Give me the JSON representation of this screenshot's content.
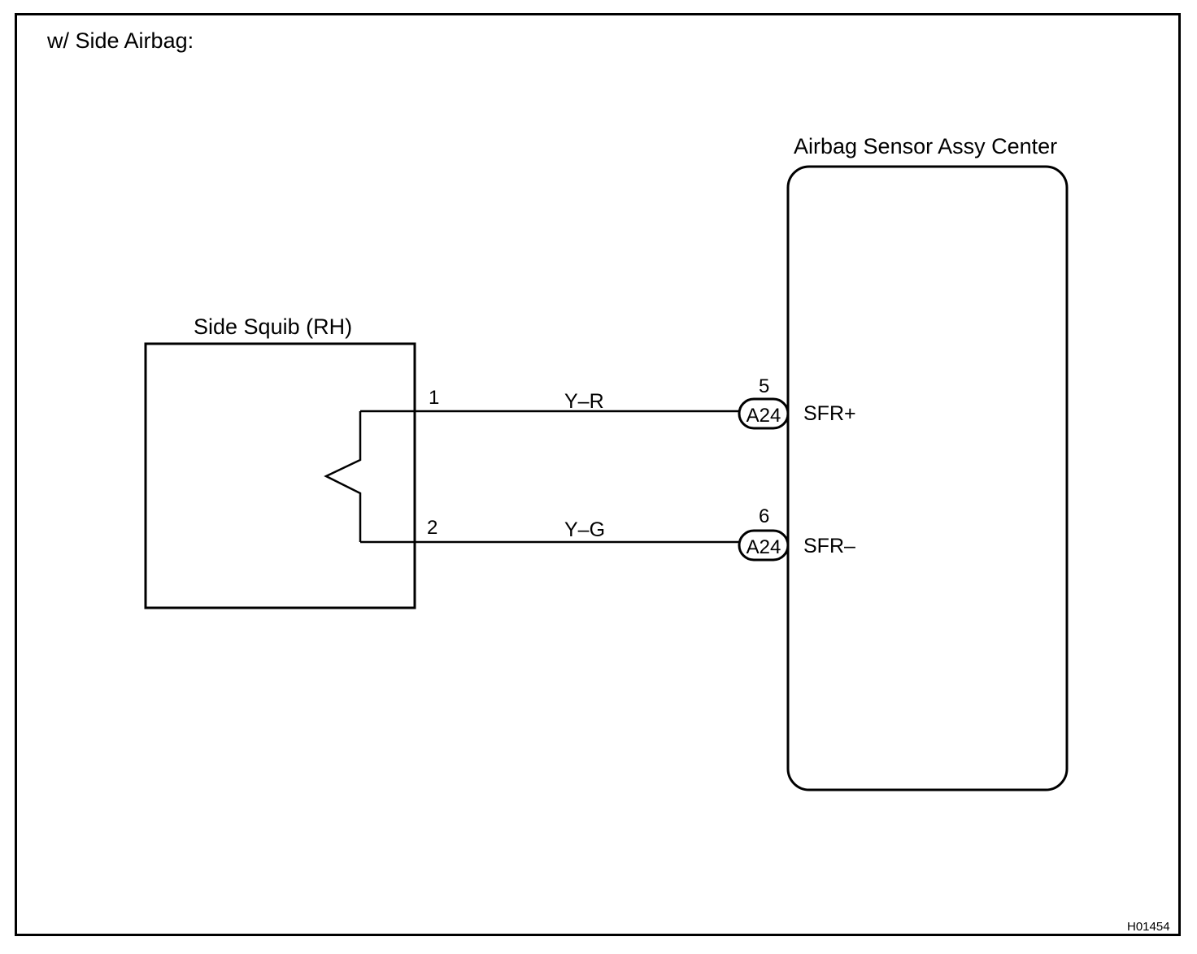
{
  "heading": "w/ Side Airbag:",
  "squib": {
    "title": "Side Squib (RH)",
    "pins": [
      "1",
      "2"
    ]
  },
  "ecu": {
    "title": "Airbag Sensor Assy Center",
    "terminals": [
      {
        "pin": "5",
        "connector": "A24",
        "name": "SFR+"
      },
      {
        "pin": "6",
        "connector": "A24",
        "name": "SFR–"
      }
    ]
  },
  "wires": [
    "Y–R",
    "Y–G"
  ],
  "drawing_code": "H01454"
}
